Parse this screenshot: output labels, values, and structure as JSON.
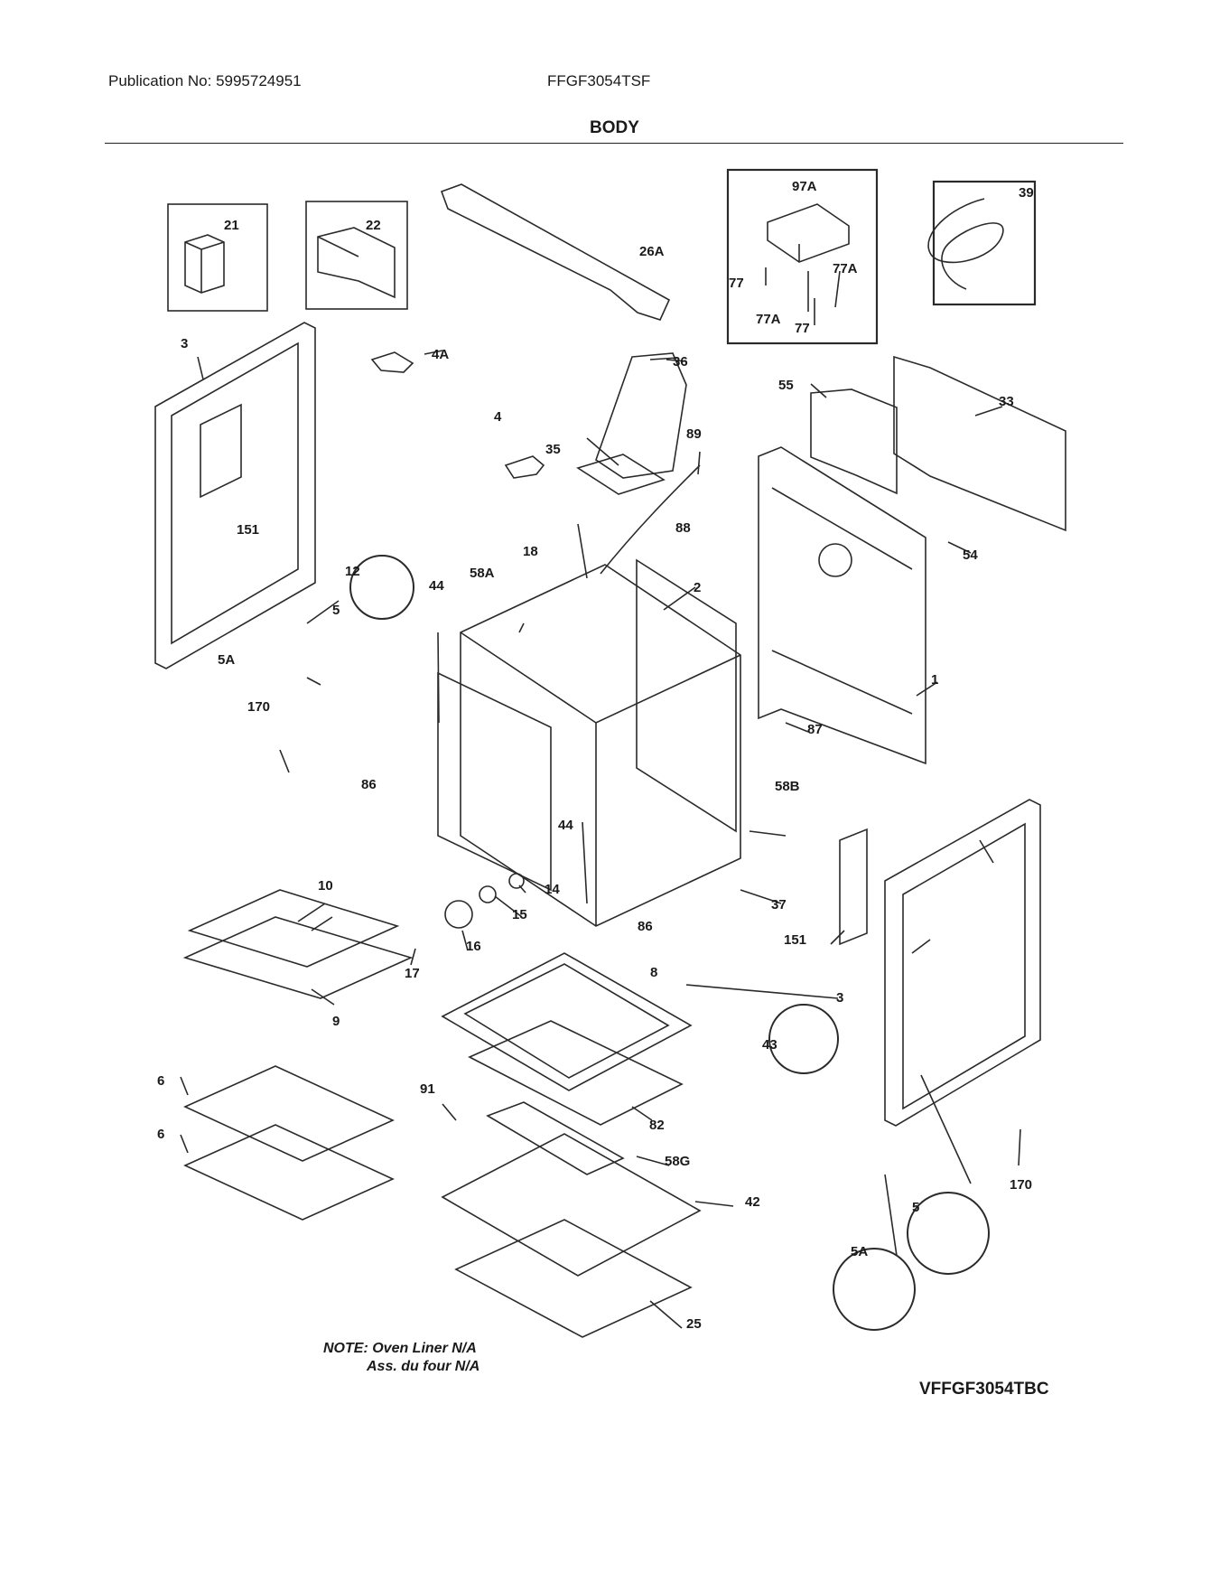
{
  "header": {
    "publication": "Publication No: 5995724951",
    "model": "FFGF3054TSF",
    "section_title": "BODY"
  },
  "note": {
    "line1": "NOTE: Oven Liner N/A",
    "line2": "Ass. du four N/A"
  },
  "diagram_code": "VFFGF3054TBC",
  "part_labels": [
    "21",
    "22",
    "26A",
    "97A",
    "77",
    "77A",
    "77A",
    "77",
    "39",
    "3",
    "4A",
    "151",
    "36",
    "4",
    "35",
    "89",
    "88",
    "55",
    "33",
    "54",
    "12",
    "44",
    "58A",
    "18",
    "2",
    "5",
    "5A",
    "170",
    "1",
    "87",
    "58B",
    "86",
    "44",
    "10",
    "14",
    "15",
    "16",
    "17",
    "9",
    "86",
    "37",
    "151",
    "8",
    "3",
    "43",
    "6",
    "6",
    "91",
    "82",
    "58G",
    "42",
    "5",
    "5A",
    "170",
    "25"
  ]
}
